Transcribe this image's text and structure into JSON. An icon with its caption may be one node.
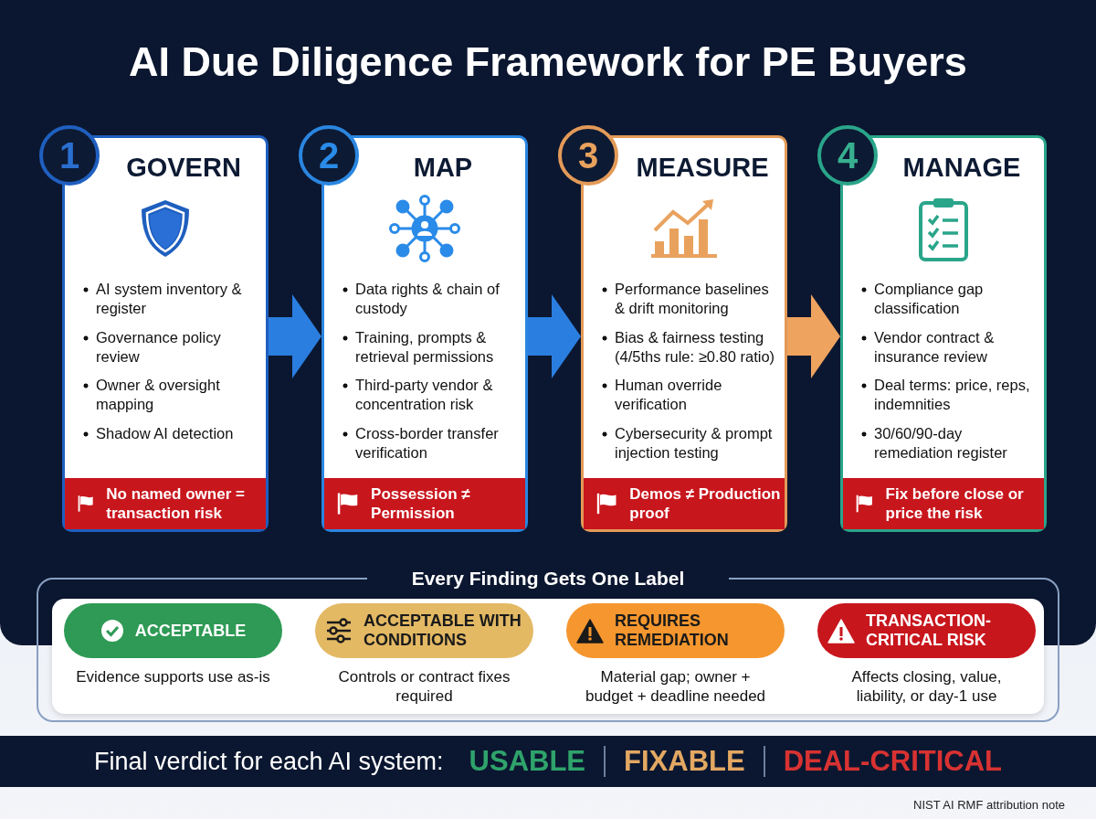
{
  "diagram": {
    "title": "AI Due Diligence Framework for PE Buyers",
    "nodes": [
      {
        "text": [
          "1",
          "GOVERN",
          "AI system inventory & register",
          "Governance policy review",
          "Owner & oversight mapping",
          "Shadow AI detection"
        ]
      },
      {
        "text": [
          "No named owner = transaction risk"
        ],
        "in": 0
      },
      {
        "text": [
          "2",
          "MAP",
          "Data rights & chain of custody",
          "Training, prompts & retrieval permissions",
          "Third-party vendor & concentration risk",
          "Cross-border transfer verification"
        ]
      },
      {
        "text": [
          "Possession ≠ Permission"
        ],
        "in": 2
      },
      {
        "text": [
          "3",
          "MEASURE",
          "Performance baselines & drift monitoring",
          "Bias & fairness testing (4/5ths rule: ≥0.80 ratio)",
          "Human override verification",
          "Cybersecurity & prompt injection testing"
        ]
      },
      {
        "text": [
          "Demos ≠ Production proof"
        ],
        "in": 4
      },
      {
        "text": [
          "4",
          "MANAGE",
          "Compliance gap classification",
          "Vendor contract & insurance review",
          "Deal terms: price, reps, indemnities",
          "30/60/90-day remediation register"
        ]
      },
      {
        "text": [
          "Fix before close or price the risk"
        ],
        "in": 6
      },
      {
        "text": [
          "Every Finding Gets One Label"
        ]
      },
      {
        "text": [
          "ACCEPTABLE"
        ],
        "beside": [
          "Evidence supports use as-is"
        ],
        "in": 8
      },
      {
        "text": [
          "ACCEPTABLE WITH CONDITIONS"
        ],
        "beside": [
          "Controls or contract fixes required"
        ],
        "in": 8
      },
      {
        "text": [
          "REQUIRES REMEDIATION"
        ],
        "beside": [
          "Material gap; owner + budget + deadline needed"
        ],
        "in": 8
      },
      {
        "text": [
          "TRANSACTION-CRITICAL RISK"
        ],
        "beside": [
          "Affects closing, value, liability, or day-1 use"
        ],
        "in": 8
      }
    ],
    "edges": [
      {
        "from": 0,
        "to": 2,
        "arrow": "to"
      },
      {
        "from": 2,
        "to": 4,
        "arrow": "to"
      },
      {
        "from": 4,
        "to": 6,
        "arrow": "to",
        "color": "#eea35f"
      }
    ],
    "labels": [
      "Final verdict for each AI system:",
      "USABLE",
      "FIXABLE",
      "DEAL-CRITICAL",
      "NIST AI RMF attribution note"
    ]
  }
}
